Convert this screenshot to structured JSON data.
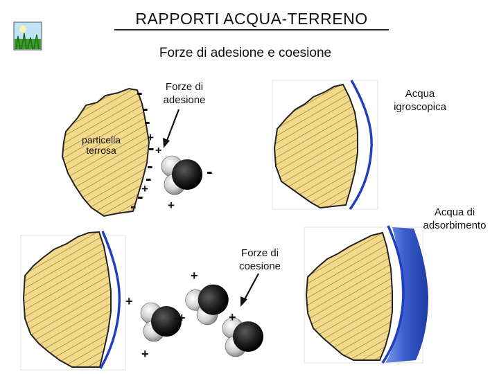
{
  "title": "RAPPORTI ACQUA-TERRENO",
  "subtitle": "Forze di adesione e coesione",
  "adhesion_panel": {
    "label_line1": "Forze di",
    "label_line2": "adesione",
    "particle_line1": "particella",
    "particle_line2": "terrosa"
  },
  "hygroscopic_panel": {
    "label_line1": "Acqua",
    "label_line2": "igroscopica"
  },
  "adsorption_panel": {
    "label_line1": "Acqua di",
    "label_line2": "adsorbimento"
  },
  "cohesion_panel": {
    "label_line1": "Forze di",
    "label_line2": "coesione"
  },
  "signs": {
    "minus": "-",
    "plus": "+"
  },
  "colors": {
    "soil_fill": "#f3d98a",
    "soil_hatch": "#7a6a3a",
    "water_film": "#1f3fbf",
    "adsorbed_water": "#3d66d9",
    "molecule_dark": "#1a1a1a",
    "molecule_light": "#d9d9d9"
  },
  "icons": {
    "logo": "grass-landscape-icon"
  }
}
